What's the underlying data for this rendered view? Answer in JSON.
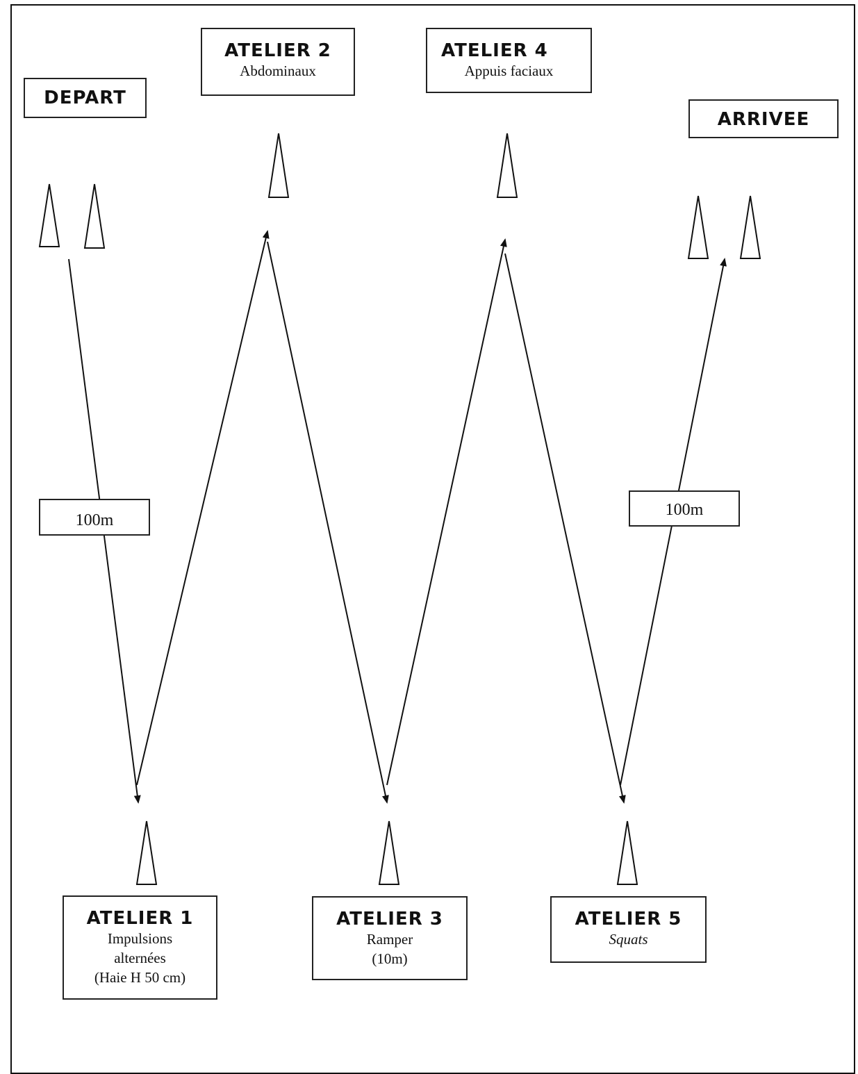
{
  "start": {
    "title": "DEPART"
  },
  "finish": {
    "title": "ARRIVEE"
  },
  "distances": {
    "first": "100m",
    "last": "100m"
  },
  "stations": [
    {
      "title": "ATELIER 1",
      "lines": [
        "Impulsions",
        "alternées",
        "(Haie H 50 cm)"
      ]
    },
    {
      "title": "ATELIER 2",
      "lines": [
        "Abdominaux"
      ]
    },
    {
      "title": "ATELIER 3",
      "lines": [
        "Ramper",
        "(10m)"
      ]
    },
    {
      "title": "ATELIER 4",
      "lines": [
        "Appuis faciaux"
      ]
    },
    {
      "title": "ATELIER 5",
      "lines": [
        "Squats"
      ]
    }
  ],
  "icons": {
    "cone": "cone-icon",
    "arrow": "arrow-icon"
  },
  "colors": {
    "stroke": "#111111",
    "background": "#ffffff"
  }
}
